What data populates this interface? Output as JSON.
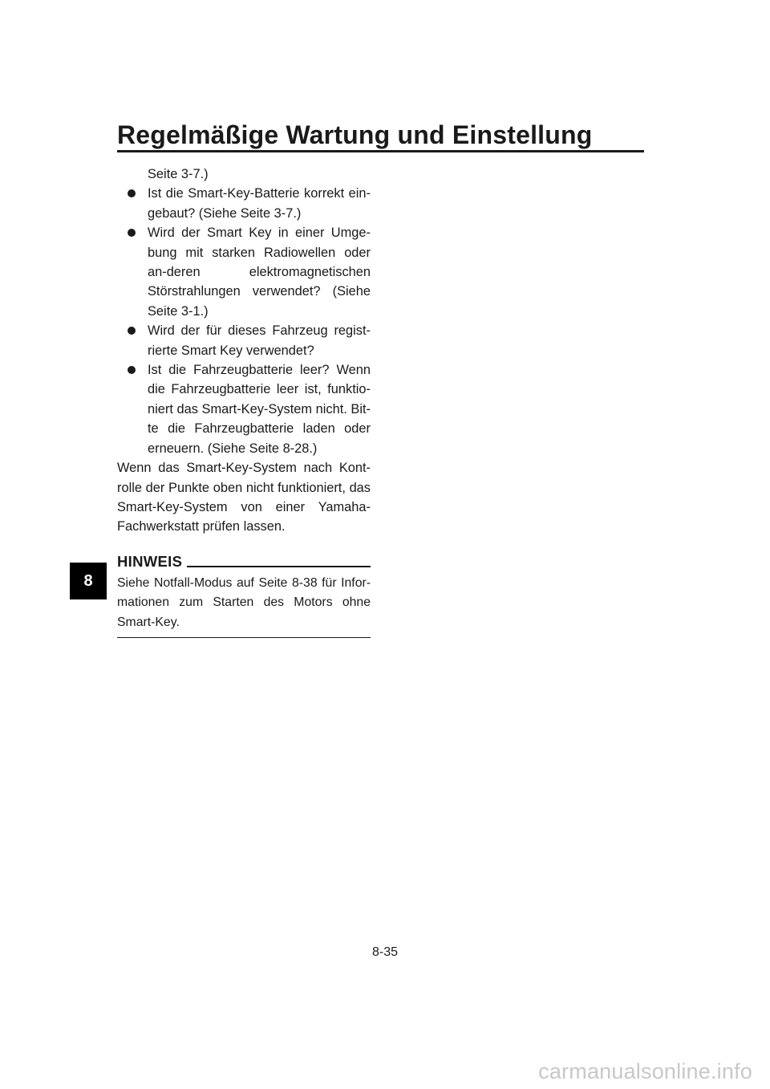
{
  "header": {
    "title": "Regelmäßige Wartung und Einstellung"
  },
  "content": {
    "continuation": "Seite 3-7.)",
    "bullets": [
      "Ist die Smart-Key-Batterie korrekt ein-gebaut? (Siehe Seite 3-7.)",
      "Wird der Smart Key in einer Umge-bung mit starken Radiowellen oder an-deren elektromagnetischen Störstrahlungen verwendet? (Siehe Seite 3-1.)",
      "Wird der für dieses Fahrzeug regist-rierte Smart Key verwendet?",
      "Ist die Fahrzeugbatterie leer? Wenn die Fahrzeugbatterie leer ist, funktio-niert das Smart-Key-System nicht. Bit-te die Fahrzeugbatterie laden oder erneuern. (Siehe Seite 8-28.)"
    ],
    "paragraph": "Wenn das Smart-Key-System nach Kont-rolle der Punkte oben nicht funktioniert, das Smart-Key-System von einer Yamaha-Fachwerkstatt prüfen lassen."
  },
  "note": {
    "title": "HINWEIS",
    "text": "Siehe Notfall-Modus auf Seite 8-38 für Infor-mationen zum Starten des Motors ohne Smart-Key."
  },
  "chapter_tab": "8",
  "page_number": "8-35",
  "watermark": "carmanualsonline.info"
}
